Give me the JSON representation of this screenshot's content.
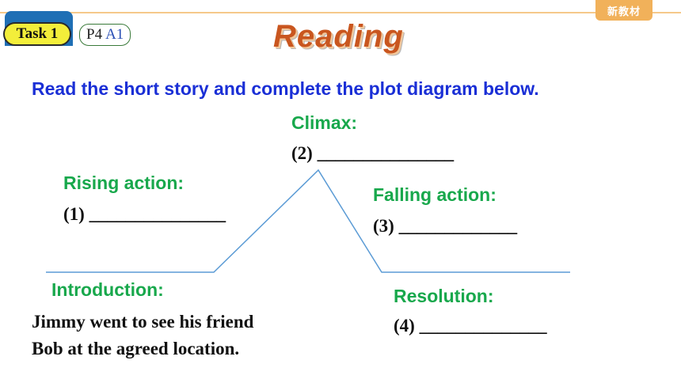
{
  "header": {
    "badge": "新教材",
    "task_label": "Task 1",
    "page_ref_prefix": "P4",
    "page_ref_suffix": "A1",
    "section_title": "Reading"
  },
  "instruction": "Read the short story and complete the plot diagram below.",
  "diagram": {
    "climax": {
      "heading": "Climax:",
      "blank": "(2) _______________"
    },
    "rising_action": {
      "heading": "Rising action:",
      "blank": "(1) _______________"
    },
    "falling_action": {
      "heading": "Falling action:",
      "blank": "(3) _____________"
    },
    "introduction": {
      "heading": "Introduction:",
      "text_line1": "Jimmy went to see his friend",
      "text_line2": "Bob at the agreed location."
    },
    "resolution": {
      "heading": "Resolution:",
      "blank": "(4) ______________"
    },
    "line_color": "#5b9bd5"
  }
}
